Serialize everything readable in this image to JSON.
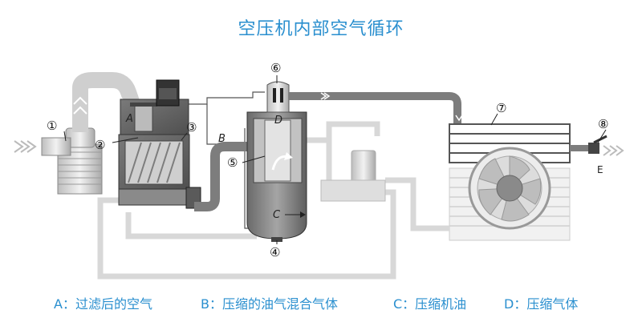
{
  "title": "空压机内部空气循环",
  "callouts": {
    "n1": "①",
    "n2": "②",
    "n3": "③",
    "n4": "④",
    "n5": "⑤",
    "n6": "⑥",
    "n7": "⑦",
    "n8": "⑧"
  },
  "markers": {
    "A": "A",
    "B": "B",
    "C": "C",
    "D": "D",
    "E": "E"
  },
  "legend": {
    "a": "A：过滤后的空气",
    "b": "B：压缩的油气混合气体",
    "c": "C：压缩机油",
    "d": "D：压缩气体"
  },
  "colors": {
    "title": "#2a8fcf",
    "pipe": "#7a7a7a",
    "pipe_light": "#d5d5d5",
    "legend": "#2a8fcf"
  }
}
